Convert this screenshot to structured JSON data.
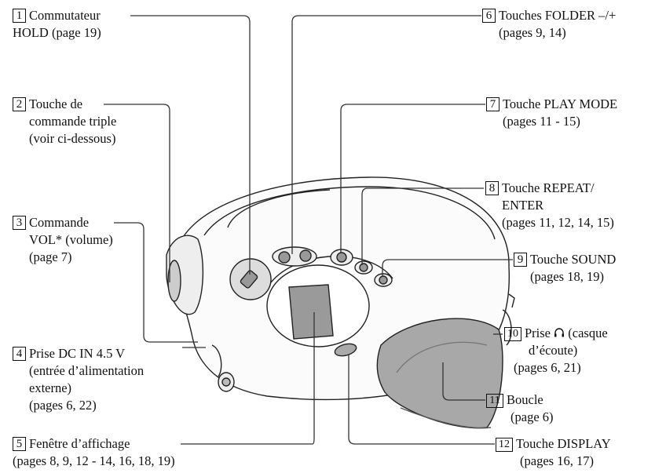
{
  "labels": [
    {
      "num": "1",
      "lines": [
        "Commutateur",
        "HOLD (page 19)"
      ]
    },
    {
      "num": "2",
      "lines": [
        "Touche de",
        "commande triple",
        "(voir ci-dessous)"
      ]
    },
    {
      "num": "3",
      "lines": [
        "Commande",
        "VOL* (volume)",
        "(page 7)"
      ]
    },
    {
      "num": "4",
      "lines": [
        "Prise DC IN 4.5 V",
        "(entrée d’alimentation",
        "externe)",
        "(pages 6, 22)"
      ]
    },
    {
      "num": "5",
      "lines": [
        "Fenêtre d’affichage",
        "(pages 8, 9, 12 - 14, 16, 18, 19)"
      ]
    },
    {
      "num": "6",
      "lines": [
        "Touches FOLDER –/+",
        "(pages 9, 14)"
      ]
    },
    {
      "num": "7",
      "lines": [
        "Touche PLAY MODE",
        "(pages 11 - 15)"
      ]
    },
    {
      "num": "8",
      "lines": [
        "Touche REPEAT/",
        "ENTER",
        "(pages 11, 12, 14, 15)"
      ]
    },
    {
      "num": "9",
      "lines": [
        "Touche SOUND",
        "(pages 18, 19)"
      ]
    },
    {
      "num": "10",
      "lines": [
        "Prise",
        "(casque",
        "d’écoute)",
        "(pages 6, 21)"
      ]
    },
    {
      "num": "11",
      "lines": [
        "Boucle",
        "(page 6)"
      ]
    },
    {
      "num": "12",
      "lines": [
        "Touche DISPLAY",
        "(pages 16, 17)"
      ]
    }
  ],
  "icons": {
    "headphone": "headphone-icon"
  }
}
